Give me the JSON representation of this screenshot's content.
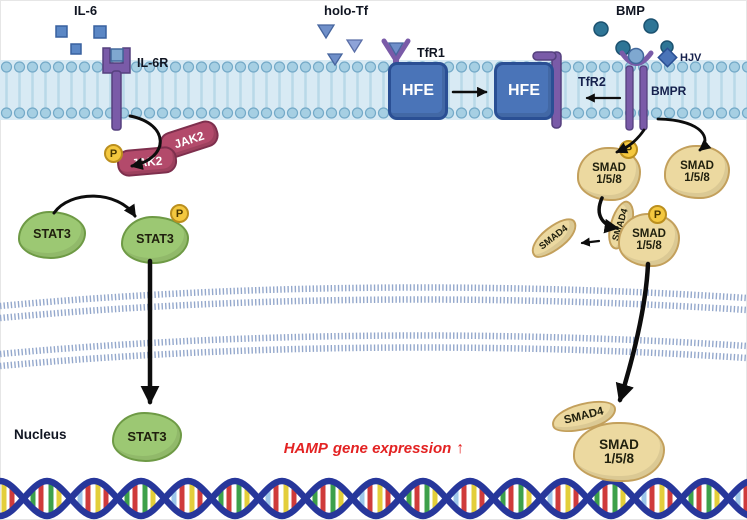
{
  "figure": {
    "nucleus_label": "Nucleus",
    "hamp": {
      "gene": "HAMP",
      "rest": "gene expression",
      "arrow": "↑"
    }
  },
  "ligands": {
    "il6": "IL-6",
    "holo_tf": "holo-Tf",
    "bmp": "BMP"
  },
  "receptors": {
    "il6r": "IL-6R",
    "tfr1": "TfR1",
    "hfe": "HFE",
    "tfr2": "TfR2",
    "hjv": "HJV",
    "bmpr": "BMPR"
  },
  "molecules": {
    "jak2": "JAK2",
    "stat3": "STAT3",
    "smad4": "SMAD4",
    "smad158_line1": "SMAD",
    "smad158_line2": "1/5/8",
    "phosphate": "P"
  },
  "colors": {
    "membrane_blue": "#a6cfe3",
    "receptor_purple": "#7a5ba8",
    "hfe_blue": "#4a74b8",
    "jak2_maroon": "#b34a6b",
    "stat3_green": "#9cc873",
    "smad_tan": "#ecd9a0",
    "phosphate_yellow": "#f4c83f",
    "bmp_teal": "#2e7596",
    "hamp_red": "#e32222",
    "dna_blue": "#27379b"
  }
}
